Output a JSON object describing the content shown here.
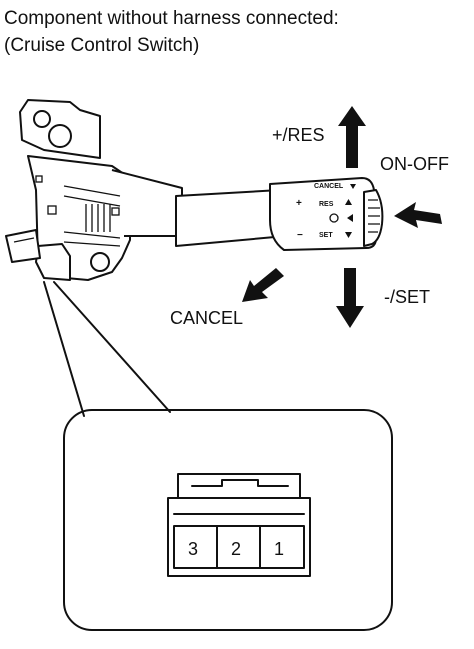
{
  "caption": {
    "line1": "Component without harness connected:",
    "line2": "(Cruise Control Switch)"
  },
  "labels": {
    "plus_res": "+/RES",
    "on_off": "ON-OFF",
    "cancel": "CANCEL",
    "minus_set": "-/SET"
  },
  "lever_markings": {
    "cancel": "CANCEL",
    "res": "RES",
    "set": "SET",
    "plus": "+",
    "minus": "−"
  },
  "connector": {
    "pins": [
      "3",
      "2",
      "1"
    ]
  }
}
